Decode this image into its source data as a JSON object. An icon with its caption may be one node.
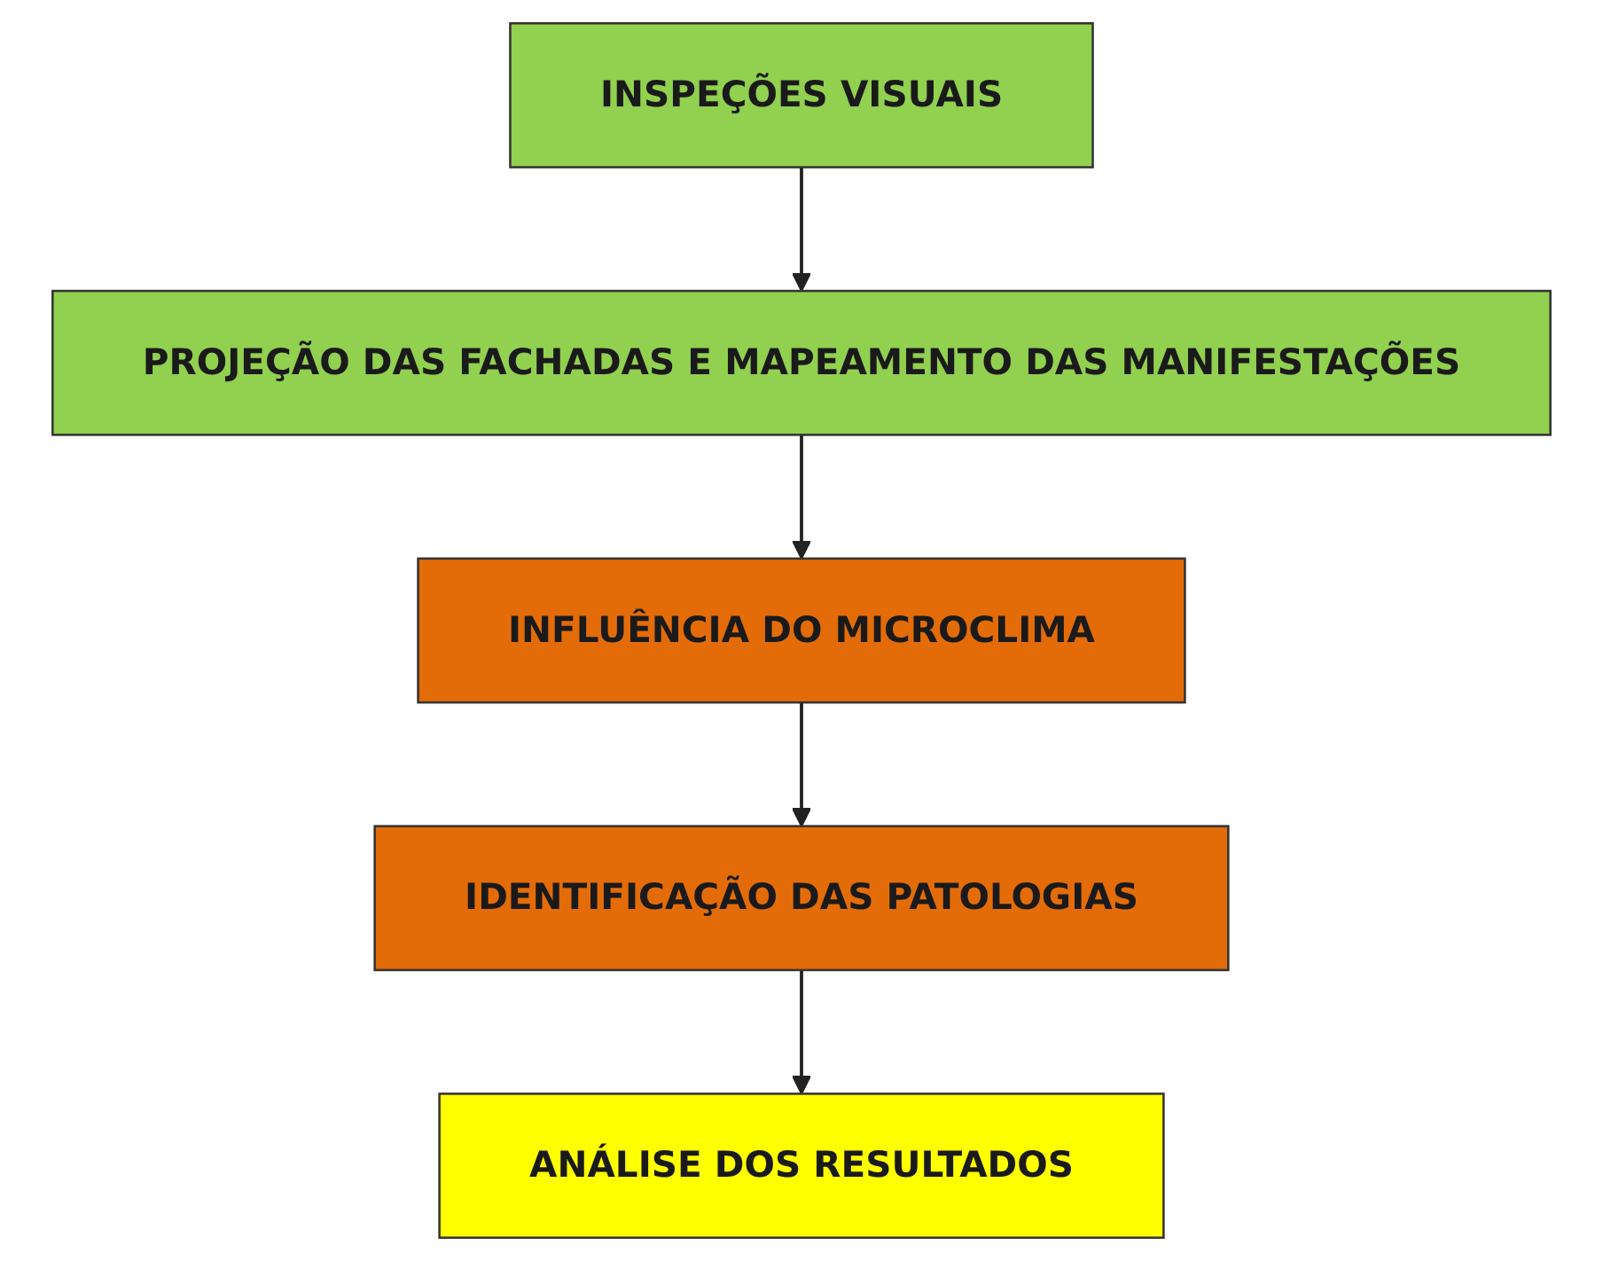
{
  "diagram": {
    "nodes": [
      {
        "text": [
          "INSPEÇÕES VISUAIS"
        ]
      },
      {
        "text": [
          "PROJEÇÃO DAS FACHADAS E MAPEAMENTO DAS MANIFESTAÇÕES"
        ]
      },
      {
        "text": [
          "INFLUÊNCIA DO MICROCLIMA"
        ]
      },
      {
        "text": [
          "IDENTIFICAÇÃO DAS PATOLOGIAS"
        ]
      },
      {
        "text": [
          "ANÁLISE DOS RESULTADOS"
        ]
      }
    ],
    "edges": [
      {
        "from": 0,
        "to": 1,
        "arrow": "to"
      },
      {
        "from": 1,
        "to": 2,
        "arrow": "to"
      },
      {
        "from": 2,
        "to": 3,
        "arrow": "to"
      },
      {
        "from": 3,
        "to": 4,
        "arrow": "to"
      }
    ]
  }
}
